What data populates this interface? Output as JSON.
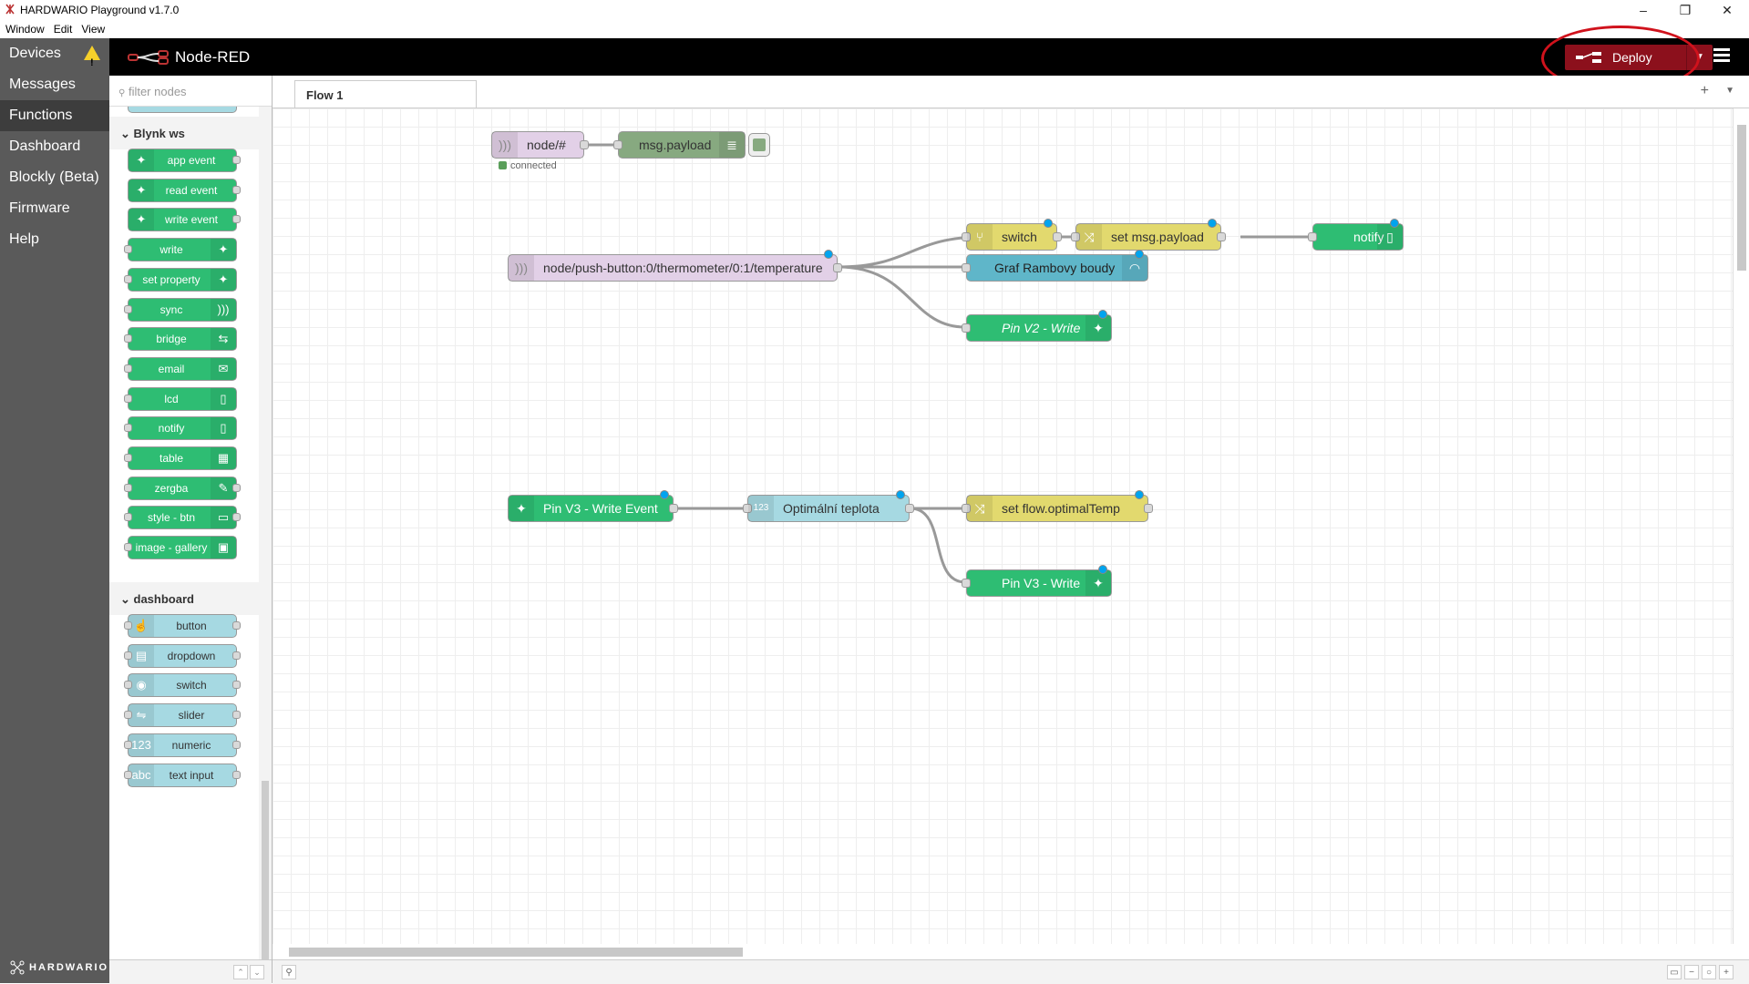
{
  "window": {
    "title": "HARDWARIO Playground v1.7.0",
    "menu": [
      "Window",
      "Edit",
      "View"
    ],
    "controls": [
      "–",
      "❐",
      "✕"
    ]
  },
  "app_nav": {
    "items": [
      "Devices",
      "Messages",
      "Functions",
      "Dashboard",
      "Blockly (Beta)",
      "Firmware",
      "Help"
    ],
    "active": "Functions",
    "brand": "HARDWARIO"
  },
  "header": {
    "title": "Node-RED",
    "deploy_label": "Deploy",
    "deploy_color": "#8c101c"
  },
  "palette": {
    "search_placeholder": "filter nodes",
    "categories": [
      {
        "name": "Blynk ws",
        "nodes": [
          "app event",
          "read event",
          "write event",
          "write",
          "set property",
          "sync",
          "bridge",
          "email",
          "lcd",
          "notify",
          "table",
          "zergba",
          "style - btn",
          "image - gallery"
        ]
      },
      {
        "name": "dashboard",
        "nodes": [
          "button",
          "dropdown",
          "switch",
          "slider",
          "numeric",
          "text input"
        ]
      }
    ]
  },
  "workspace": {
    "tab": "Flow 1",
    "nodes": [
      {
        "id": "n1",
        "label": "node/#",
        "status": "connected"
      },
      {
        "id": "n2",
        "label": "msg.payload"
      },
      {
        "id": "n3",
        "label": "node/push-button:0/thermometer/0:1/temperature"
      },
      {
        "id": "n4",
        "label": "switch"
      },
      {
        "id": "n5",
        "label": "set msg.payload"
      },
      {
        "id": "n6",
        "label": "notify"
      },
      {
        "id": "n7",
        "label": "Graf Rambovy boudy"
      },
      {
        "id": "n8",
        "label": "Pin V2 - Write"
      },
      {
        "id": "n9",
        "label": "Pin V3 - Write Event"
      },
      {
        "id": "n10",
        "label": "Optimální teplota"
      },
      {
        "id": "n11",
        "label": "set flow.optimalTemp"
      },
      {
        "id": "n12",
        "label": "Pin V3 - Write"
      }
    ]
  }
}
